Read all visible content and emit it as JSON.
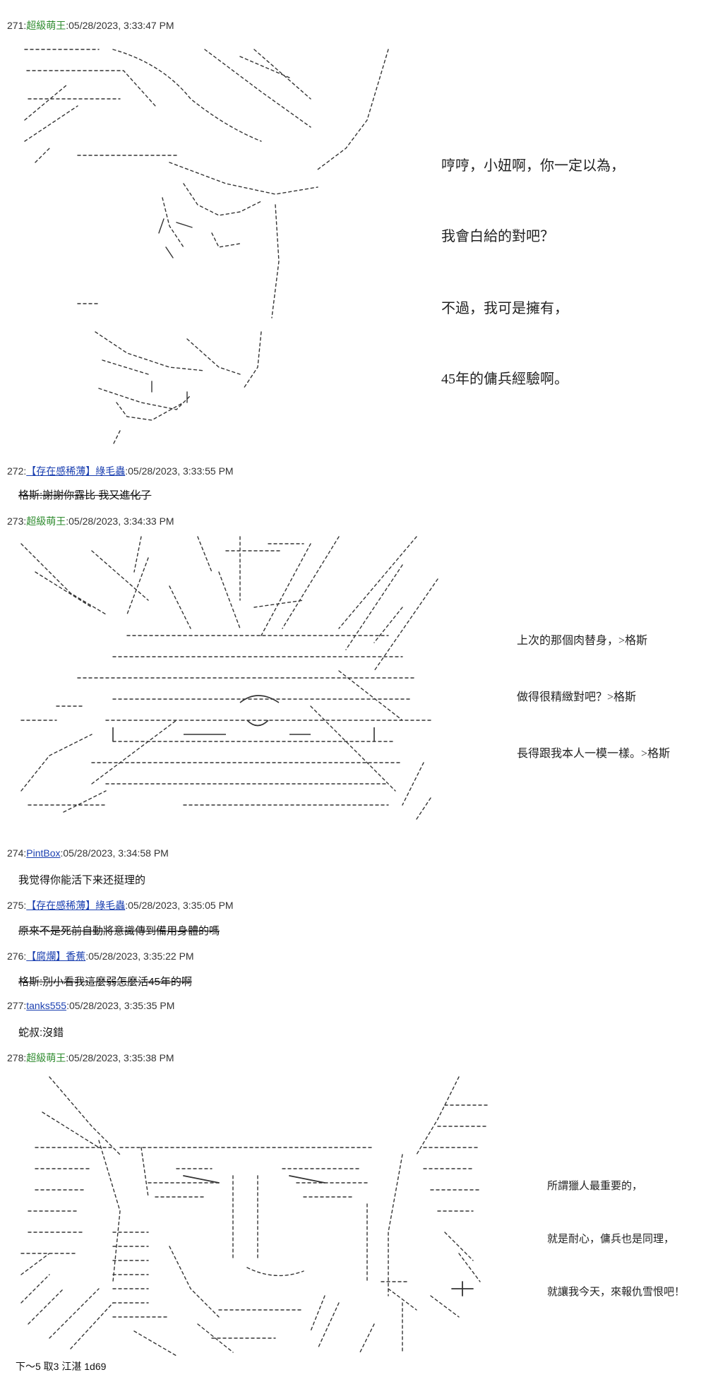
{
  "posts": [
    {
      "num": "271",
      "name": "超級萌王",
      "time": "05/28/2023, 3:33:47 PM"
    },
    {
      "num": "272",
      "name": "【存在感稀薄】綠毛蟲",
      "time": "05/28/2023, 3:33:55 PM",
      "body": "格斯:謝謝你露比 我又進化了"
    },
    {
      "num": "273",
      "name": "超級萌王",
      "time": "05/28/2023, 3:34:33 PM"
    },
    {
      "num": "274",
      "name": "PintBox",
      "time": "05/28/2023, 3:34:58 PM",
      "body": "我觉得你能活下来还挺理的"
    },
    {
      "num": "275",
      "name": "【存在感稀薄】綠毛蟲",
      "time": "05/28/2023, 3:35:05 PM",
      "body": "原來不是死前自動將意識傳到備用身體的嗎"
    },
    {
      "num": "276",
      "name": "【腐爛】香蕉",
      "time": "05/28/2023, 3:35:22 PM",
      "body": "格斯:別小看我這麼弱怎麼活45年的啊"
    },
    {
      "num": "277",
      "name": "tanks555",
      "time": "05/28/2023, 3:35:35 PM",
      "body": "蛇叔:沒錯"
    },
    {
      "num": "278",
      "name": "超級萌王",
      "time": "05/28/2023, 3:35:38 PM"
    }
  ],
  "dialogue_271": [
    "哼哼，小妞啊，你一定以為，",
    "我會白給的對吧？",
    "不過，我可是擁有，",
    "45年的傭兵經驗啊。"
  ],
  "dialogue_273": [
    "上次的那個肉替身，>格斯",
    "做得很精緻對吧？>格斯",
    "長得跟我本人一模一樣。>格斯"
  ],
  "dialogue_278": [
    "所謂獵人最重要的，",
    "就是耐心，傭兵也是同理，",
    "就讓我今天，來報仇雪恨吧！"
  ],
  "footer": "下～5 取3 江湛 1d69",
  "colors": {
    "green_name": "#2e8b2e",
    "blue_name": "#1a3fb0",
    "art_ink": "#333333"
  }
}
